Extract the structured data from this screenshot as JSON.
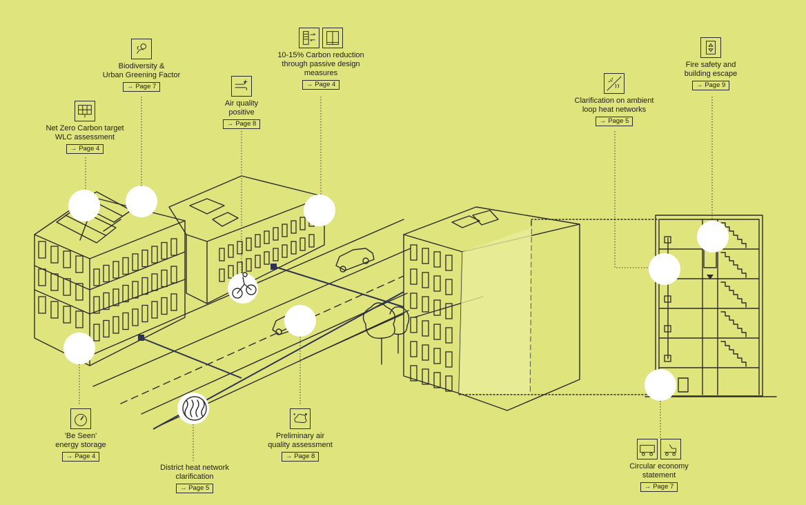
{
  "callouts": [
    {
      "id": "biodiversity",
      "icon": "bee-flower-icon",
      "label": "Biodiversity &\nUrban Greening Factor",
      "page": "Page 7"
    },
    {
      "id": "net-zero",
      "icon": "solar-panel-icon",
      "label": "Net Zero Carbon target\nWLC assessment",
      "page": "Page 4"
    },
    {
      "id": "air-quality-positive",
      "icon": "wind-plus-icon",
      "label": "Air quality\npositive",
      "page": "Page 8"
    },
    {
      "id": "carbon-reduction",
      "icon": "shutter-window-icon",
      "label": "10-15% Carbon reduction\nthrough passive design\nmeasures",
      "page": "Page 4"
    },
    {
      "id": "ambient-loop",
      "icon": "heat-exchanger-icon",
      "label": "Clarification on ambient\nloop heat networks",
      "page": "Page 5"
    },
    {
      "id": "fire-safety",
      "icon": "lift-icon",
      "label": "Fire safety and\nbuilding escape",
      "page": "Page 9"
    },
    {
      "id": "be-seen",
      "icon": "gauge-icon",
      "label": "'Be Seen'\nenergy storage",
      "page": "Page 4"
    },
    {
      "id": "district-heat",
      "icon": "",
      "label": "District heat network\nclarification",
      "page": "Page 5"
    },
    {
      "id": "preliminary-air",
      "icon": "pollution-cloud-icon",
      "label": "Preliminary air\nquality assessment",
      "page": "Page 8"
    },
    {
      "id": "circular-economy",
      "icon": "skip-truck-icon",
      "label": "Circular economy\nstatement",
      "page": "Page 7"
    }
  ],
  "arrow_glyph": "→",
  "colors": {
    "background": "#dfe47c",
    "ink": "#2b2b2b",
    "highlight": "#ffffff",
    "pipe": "#2d3350"
  }
}
